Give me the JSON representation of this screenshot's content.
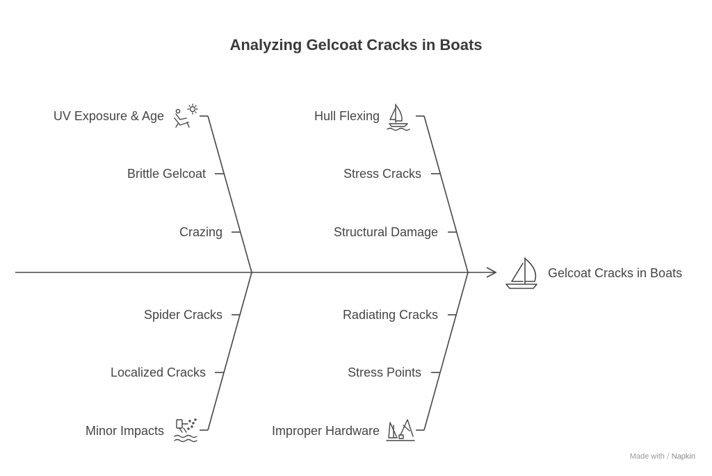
{
  "title": "Analyzing Gelcoat Cracks in Boats",
  "effect": {
    "label": "Gelcoat Cracks in Boats",
    "icon": "sailboat-icon"
  },
  "branches": {
    "upper_left": {
      "cause": "UV Exposure & Age",
      "icon": "sunbathing-person-icon",
      "sub": [
        "Brittle Gelcoat",
        "Crazing"
      ]
    },
    "upper_right": {
      "cause": "Hull Flexing",
      "icon": "boat-on-waves-icon",
      "sub": [
        "Stress Cracks",
        "Structural Damage"
      ]
    },
    "lower_left": {
      "cause": "Minor Impacts",
      "icon": "impact-splash-icon",
      "sub": [
        "Spider Cracks",
        "Localized Cracks"
      ]
    },
    "lower_right": {
      "cause": "Improper Hardware",
      "icon": "hardware-fitting-icon",
      "sub": [
        "Radiating Cracks",
        "Stress Points"
      ]
    }
  },
  "footer": {
    "prefix": "Made with",
    "brand": "Napkin"
  },
  "colors": {
    "line": "#454545",
    "text": "#3a3a3a",
    "footer": "#9a9a9a"
  }
}
